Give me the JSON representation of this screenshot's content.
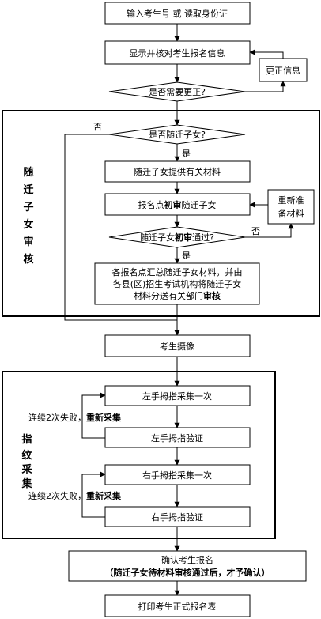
{
  "steps": {
    "input_id": "输入考生号 或 读取身份证",
    "display_info": "显示并核对考生报名信息",
    "correct_info": "更正信息",
    "need_correction": "是否需要更正?",
    "is_migrant": "是否随迁子女?",
    "provide_materials": "随迁子女提供有关材料",
    "prelim_review_prefix": "报名点",
    "prelim_review_bold": "初审",
    "prelim_review_suffix": "随迁子女",
    "resubmit_line1": "重新准",
    "resubmit_line2": "备材料",
    "prelim_pass_prefix": "随迁子女",
    "prelim_pass_bold": "初审",
    "prelim_pass_suffix": "通过?",
    "summary_line1": "各报名点汇总随迁子女材料，并由",
    "summary_line2": "各县(区)招生考试机构将随迁子女",
    "summary_line3_prefix": "材料分送有关部门",
    "summary_line3_bold": "审核",
    "photo": "考生摄像",
    "left_collect": "左手拇指采集一次",
    "left_verify": "左手拇指验证",
    "right_collect": "右手拇指采集一次",
    "right_verify": "右手拇指验证",
    "confirm_line1": "确认考生报名",
    "confirm_line2": "（随迁子女待材料审核通过后，才予确认）",
    "print": "打印考生正式报名表"
  },
  "labels": {
    "no": "否",
    "yes": "是",
    "retry_prefix": "连续2次失败，",
    "retry_bold": "重新采集"
  },
  "sections": {
    "migrant_chars": [
      "随",
      "迁",
      "子",
      "女",
      "审",
      "核"
    ],
    "fingerprint_chars": [
      "指",
      "纹",
      "采",
      "集"
    ]
  }
}
